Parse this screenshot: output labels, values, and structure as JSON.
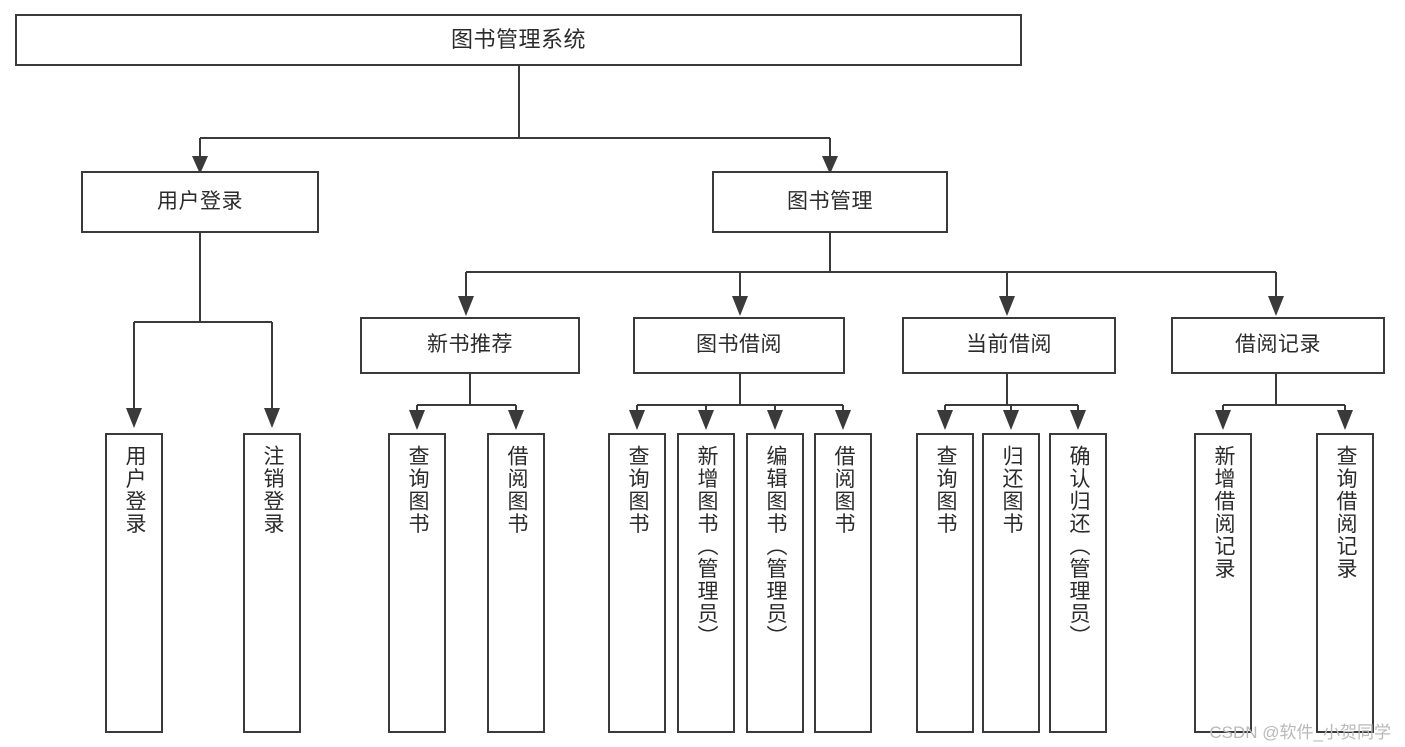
{
  "diagram": {
    "title": "图书管理系统",
    "type": "功能结构图",
    "watermark": "CSDN @软件_小贺同学",
    "colors": {
      "stroke": "#3a3a3a",
      "text": "#2b2b2b",
      "background": "#ffffff",
      "watermark": "#b9b9b9"
    },
    "nodes": {
      "root": {
        "label": "图书管理系统"
      },
      "level2": [
        {
          "label": "用户登录"
        },
        {
          "label": "图书管理"
        }
      ],
      "level3": [
        {
          "label": "新书推荐"
        },
        {
          "label": "图书借阅"
        },
        {
          "label": "当前借阅"
        },
        {
          "label": "借阅记录"
        }
      ],
      "leaves": {
        "user_login": [
          {
            "label": "用户登录"
          },
          {
            "label": "注销登录"
          }
        ],
        "new_book": [
          {
            "label": "查询图书"
          },
          {
            "label": "借阅图书"
          }
        ],
        "book_borrow": [
          {
            "label": "查询图书"
          },
          {
            "label": "新增图书（管理员）"
          },
          {
            "label": "编辑图书（管理员）"
          },
          {
            "label": "借阅图书"
          }
        ],
        "current_borrow": [
          {
            "label": "查询图书"
          },
          {
            "label": "归还图书"
          },
          {
            "label": "确认归还（管理员）"
          }
        ],
        "borrow_record": [
          {
            "label": "新增借阅记录"
          },
          {
            "label": "查询借阅记录"
          }
        ]
      }
    }
  }
}
